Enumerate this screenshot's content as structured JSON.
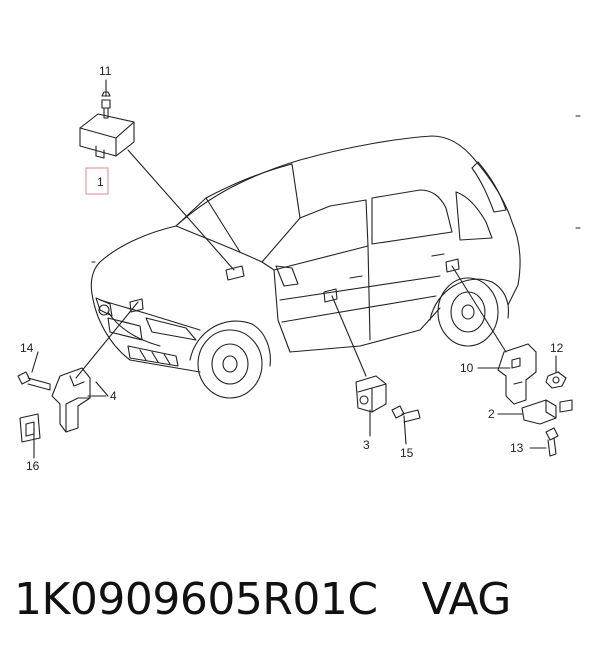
{
  "callouts": {
    "c1": "1",
    "c2": "2",
    "c3": "3",
    "c4": "4",
    "c10": "10",
    "c11": "11",
    "c12": "12",
    "c13": "13",
    "c14": "14",
    "c15": "15",
    "c16": "16"
  },
  "caption": {
    "part_number": "1K0909605R01C",
    "brand": "VAG"
  },
  "colors": {
    "line": "#222222",
    "highlight_box": "#e8a0a8"
  }
}
